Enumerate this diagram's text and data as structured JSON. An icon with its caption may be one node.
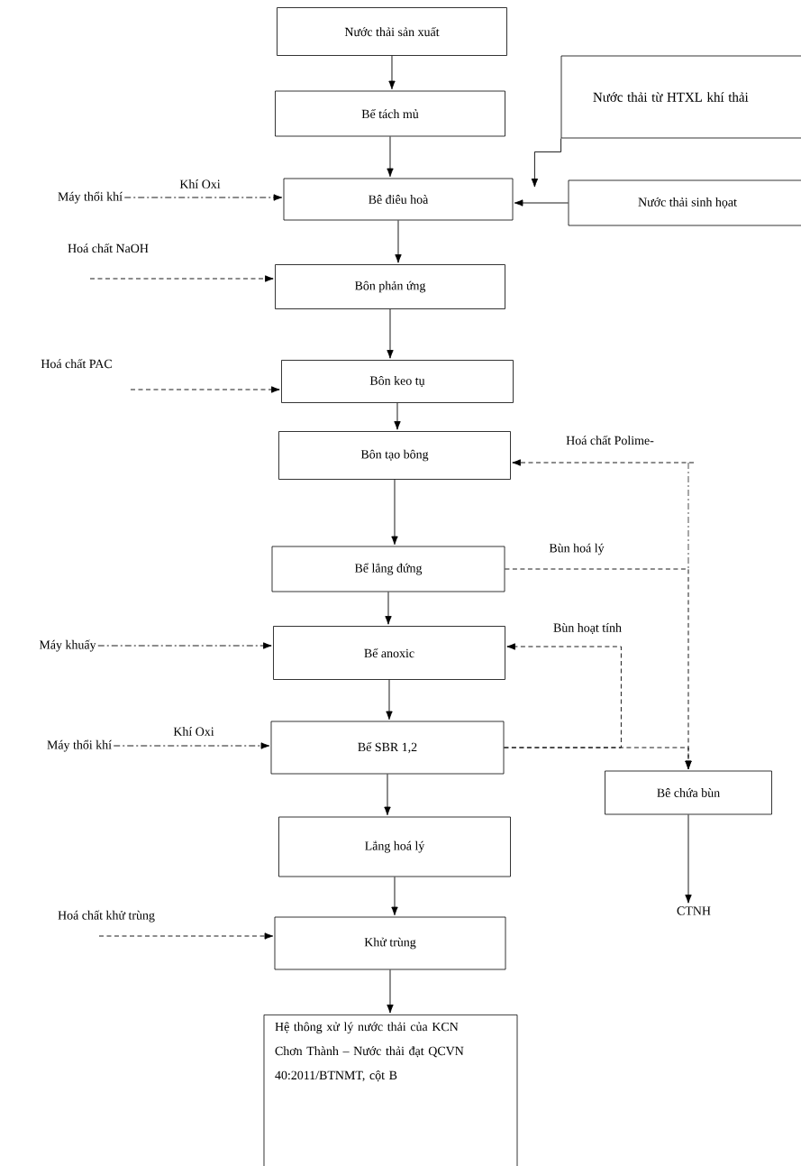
{
  "diagram": {
    "nodes": [
      {
        "text": [
          "Nước thải sản xuất"
        ]
      },
      {
        "text": [
          "Bể tách mủ"
        ]
      },
      {
        "text": [
          "Nước thải từ HTXL khí thải"
        ]
      },
      {
        "text": [
          "Máy thổi khí"
        ]
      },
      {
        "text": [
          "Bê điêu hoà"
        ]
      },
      {
        "text": [
          "Nước thải sinh họat"
        ]
      },
      {
        "text": [
          "Bôn phản ứng"
        ]
      },
      {
        "text": [
          "Bôn keo tụ"
        ]
      },
      {
        "text": [
          "Bôn tạo bông"
        ]
      },
      {
        "text": [
          "Bể lắng đứng"
        ]
      },
      {
        "text": [
          "Máy khuấy"
        ]
      },
      {
        "text": [
          "Bể anoxic"
        ]
      },
      {
        "text": [
          "Máy thổi khí"
        ]
      },
      {
        "text": [
          "Bể SBR 1,2"
        ]
      },
      {
        "text": [
          "Bê chứa bùn"
        ]
      },
      {
        "text": [
          "Lắng hoá lý"
        ]
      },
      {
        "text": [
          "Khử trùng"
        ]
      },
      {
        "text": [
          "CTNH"
        ]
      },
      {
        "text": [
          "Hệ thông xử lý nước thải của KCN Chơn Thành – Nước thải đạt QCVN 40:2011/BTNMT, cột B"
        ]
      }
    ],
    "edges": [
      {
        "from": 0,
        "to": 1,
        "arrow": "to"
      },
      {
        "from": 1,
        "to": 4,
        "arrow": "to"
      },
      {
        "from": 2,
        "to": 4,
        "arrow": "to"
      },
      {
        "from": 5,
        "to": 4,
        "arrow": "to"
      },
      {
        "from": 3,
        "to": 4,
        "arrow": "to",
        "label": "Khí Oxi",
        "style": "dashed"
      },
      {
        "from": 4,
        "to": 6,
        "arrow": "to"
      },
      {
        "from": null,
        "to": 6,
        "arrow": "to",
        "label": "Hoá chất NaOH",
        "style": "dashed"
      },
      {
        "from": 6,
        "to": 7,
        "arrow": "to"
      },
      {
        "from": null,
        "to": 7,
        "arrow": "to",
        "label": "Hoá chất PAC",
        "style": "dashed"
      },
      {
        "from": 7,
        "to": 8,
        "arrow": "to"
      },
      {
        "from": null,
        "to": 8,
        "arrow": "to",
        "label": "Hoá chất Polime-",
        "style": "dashed"
      },
      {
        "from": 8,
        "to": 9,
        "arrow": "to"
      },
      {
        "from": 9,
        "to": 14,
        "arrow": "to",
        "label": "Bùn hoá lý",
        "style": "dashed"
      },
      {
        "from": 9,
        "to": 11,
        "arrow": "to"
      },
      {
        "from": 10,
        "to": 11,
        "arrow": "to",
        "style": "dashed"
      },
      {
        "from": 13,
        "to": 11,
        "arrow": "to",
        "label": "Bùn hoạt tính",
        "style": "dashed"
      },
      {
        "from": 11,
        "to": 13,
        "arrow": "to"
      },
      {
        "from": 12,
        "to": 13,
        "arrow": "to",
        "label": "Khí Oxi",
        "style": "dashed"
      },
      {
        "from": 13,
        "to": 14,
        "arrow": "to",
        "style": "dashed"
      },
      {
        "from": 13,
        "to": 15,
        "arrow": "to"
      },
      {
        "from": 14,
        "to": 17,
        "arrow": "to"
      },
      {
        "from": 15,
        "to": 16,
        "arrow": "to"
      },
      {
        "from": null,
        "to": 16,
        "arrow": "to",
        "label": "Hoá chất khử trùng",
        "style": "dashed"
      },
      {
        "from": 16,
        "to": 18,
        "arrow": "to"
      }
    ]
  }
}
